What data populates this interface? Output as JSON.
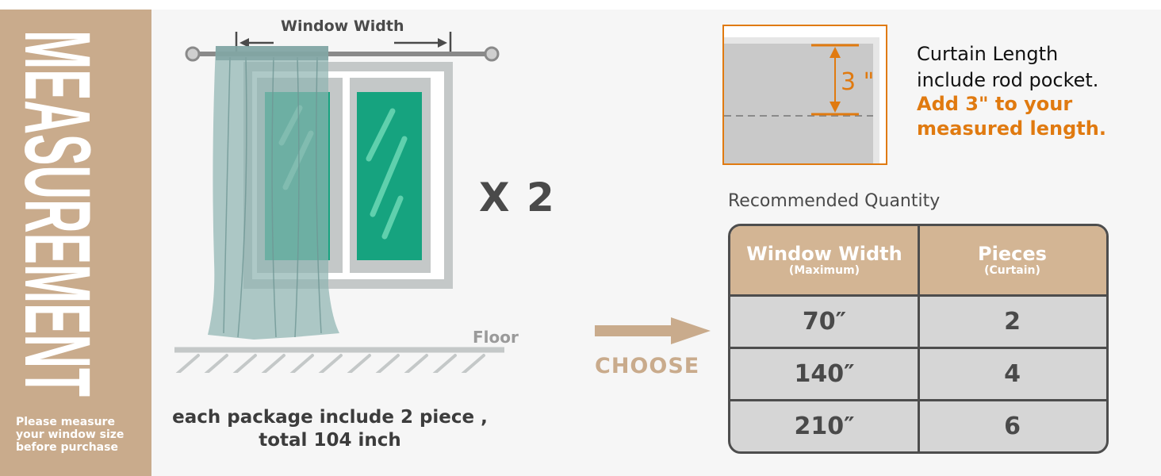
{
  "sidebar": {
    "title": "MEASUREMENT",
    "note_lines": [
      "Please measure",
      "your window size",
      "before purchase"
    ],
    "color": "#c9ab8c"
  },
  "illustration": {
    "window_width_label": "Window Width",
    "multiplier": "X 2",
    "floor_label": "Floor",
    "package_lines": [
      "each package include 2 piece ,",
      "total 104 inch"
    ],
    "arrow_label": "CHOOSE"
  },
  "curtain_length": {
    "lines": [
      "Curtain Length",
      "include rod pocket."
    ],
    "highlight_lines": [
      "Add 3\" to your",
      "measured length."
    ],
    "pocket_value": "3 \"",
    "accent_color": "#e07a10"
  },
  "quantity_table": {
    "title": "Recommended Quantity",
    "headers": [
      {
        "main": "Window Width",
        "sub": "(Maximum)"
      },
      {
        "main": "Pieces",
        "sub": "(Curtain)"
      }
    ],
    "rows": [
      {
        "width": "70″",
        "pieces": "2"
      },
      {
        "width": "140″",
        "pieces": "4"
      },
      {
        "width": "210″",
        "pieces": "6"
      }
    ],
    "header_color": "#d3b594"
  }
}
